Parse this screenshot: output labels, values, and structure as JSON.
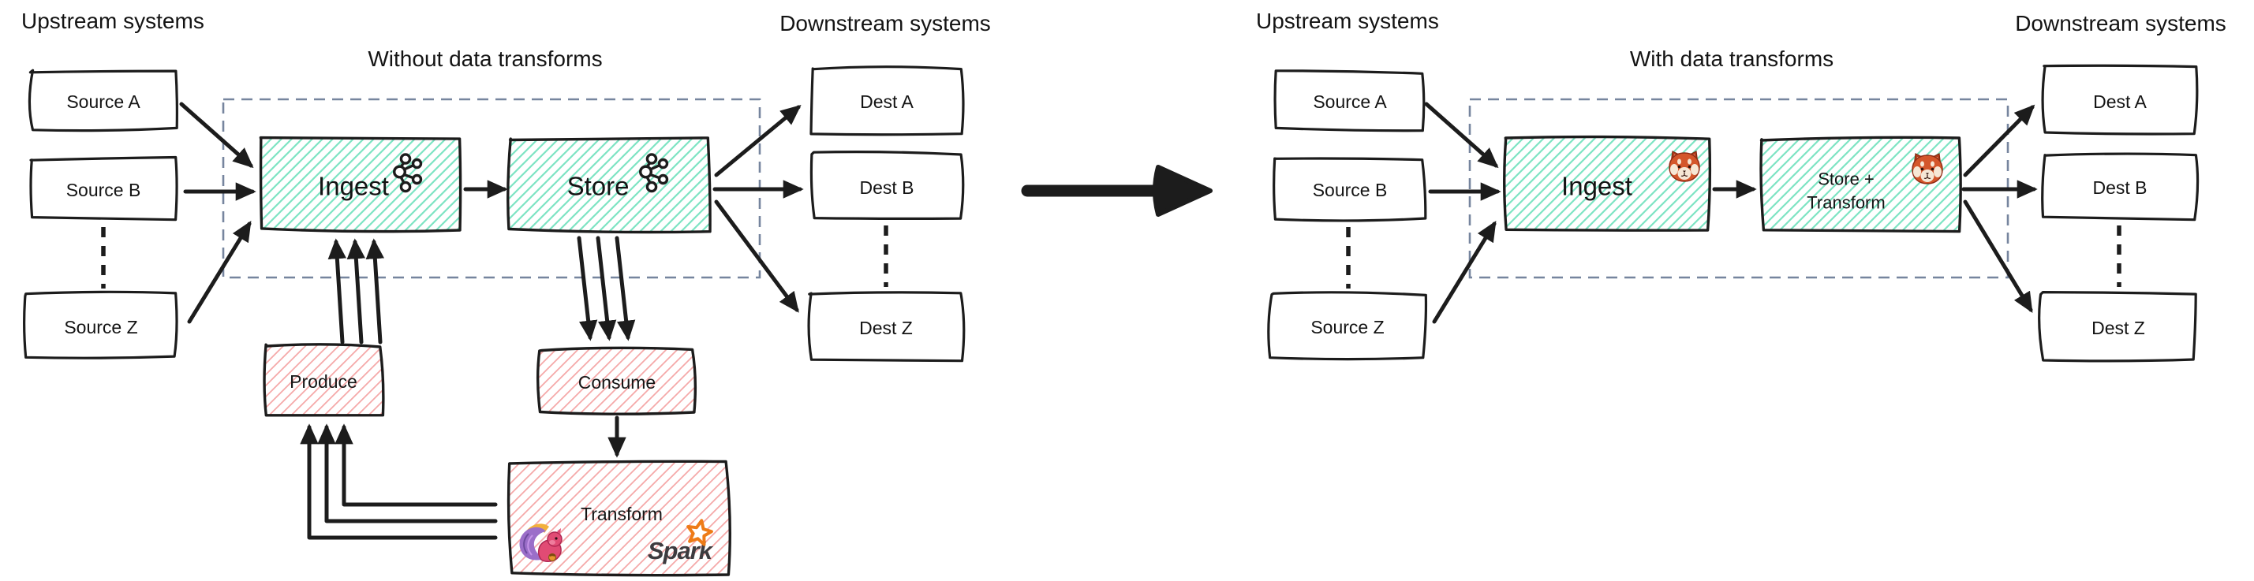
{
  "left": {
    "upstream_heading": "Upstream systems",
    "downstream_heading": "Downstream systems",
    "title": "Without data transforms",
    "sources": [
      "Source A",
      "Source B",
      "Source Z"
    ],
    "dests": [
      "Dest A",
      "Dest B",
      "Dest Z"
    ],
    "ingest_label": "Ingest",
    "store_label": "Store",
    "produce_label": "Produce",
    "consume_label": "Consume",
    "transform_label": "Transform",
    "spark_wordmark": "Spark",
    "ingest_icon": "kafka-logo",
    "store_icon": "kafka-logo",
    "transform_icons": [
      "flink-squirrel-logo",
      "spark-logo"
    ]
  },
  "right": {
    "upstream_heading": "Upstream systems",
    "downstream_heading": "Downstream systems",
    "title": "With data transforms",
    "sources": [
      "Source A",
      "Source B",
      "Source Z"
    ],
    "dests": [
      "Dest A",
      "Dest B",
      "Dest Z"
    ],
    "ingest_label": "Ingest",
    "store_transform_line1": "Store +",
    "store_transform_line2": "Transform",
    "ingest_icon": "redpanda-logo",
    "store_icon": "redpanda-logo"
  },
  "colors": {
    "teal_hatch": "#7de4c3",
    "pink_hatch": "#f5a9a9",
    "dashed_border": "#76859e",
    "ink": "#1c1c1c",
    "spark_orange": "#ee7b17",
    "spark_text": "#3d3b3f"
  }
}
